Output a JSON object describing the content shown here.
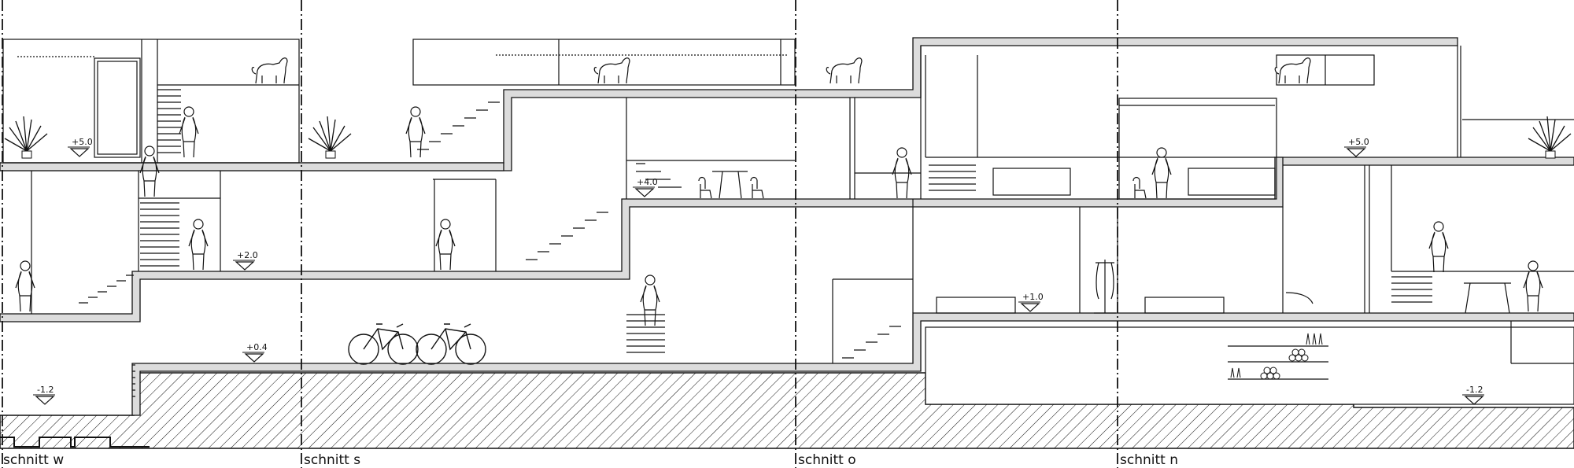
{
  "sections": [
    {
      "id": "w",
      "label": "schnitt w"
    },
    {
      "id": "s",
      "label": "schnitt s"
    },
    {
      "id": "o",
      "label": "schnitt o"
    },
    {
      "id": "n",
      "label": "schnitt n"
    }
  ],
  "level_markers": [
    {
      "id": "w_top",
      "text": "+5.0"
    },
    {
      "id": "w_mid",
      "text": "+2.0"
    },
    {
      "id": "w_low",
      "text": "+0.4"
    },
    {
      "id": "w_base",
      "text": "-1.2"
    },
    {
      "id": "s_mid",
      "text": "+4.0"
    },
    {
      "id": "o_mid",
      "text": "+1.0"
    },
    {
      "id": "n_top",
      "text": "+5.0"
    },
    {
      "id": "n_base",
      "text": "-1.2"
    }
  ],
  "colors": {
    "line": "#111111",
    "slab": "#dcdcdc",
    "ground": "#ffffff",
    "background": "#ffffff"
  },
  "figures": [
    "plant-icon",
    "dog-icon",
    "person-icon",
    "chair-icon",
    "bicycle-icon",
    "coat-rack-icon",
    "bottles-icon"
  ]
}
